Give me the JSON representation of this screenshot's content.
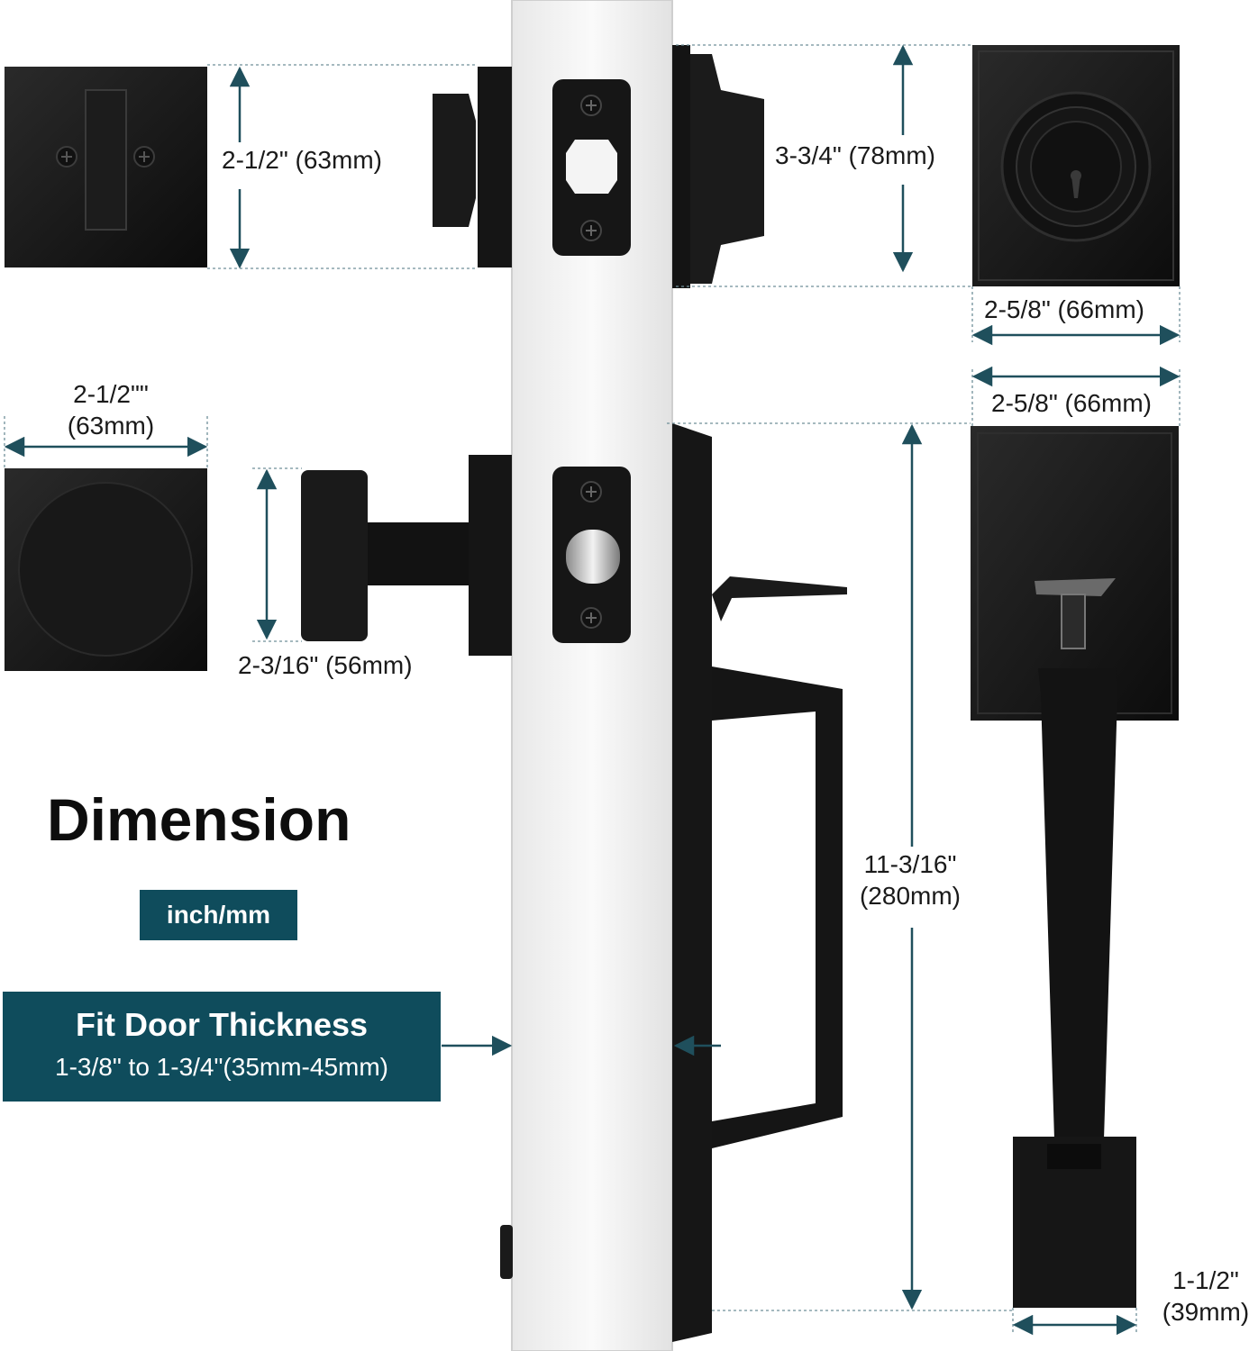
{
  "title": "Dimension",
  "unit_badge": "inch/mm",
  "fit_door": {
    "title": "Fit Door Thickness",
    "range": "1-3/8\" to 1-3/4\"(35mm-45mm)"
  },
  "dimensions": {
    "thumbturn_height": "2-1/2\" (63mm)",
    "deadbolt_height": "3-3/4\" (78mm)",
    "deadbolt_width": "2-5/8\" (66mm)",
    "knob_width_in": "2-1/2\"\"",
    "knob_width_mm": "(63mm)",
    "knob_diameter": "2-3/16\" (56mm)",
    "handle_top_width": "2-5/8\" (66mm)",
    "handle_height_in": "11-3/16\"",
    "handle_height_mm": "(280mm)",
    "handle_base_width_in": "1-1/2\"",
    "handle_base_width_mm": "(39mm)"
  },
  "colors": {
    "badge": "#0f4c5c",
    "hardware": "#141414",
    "door": "#f4f4f4",
    "dim_line": "#1f4f5c"
  }
}
